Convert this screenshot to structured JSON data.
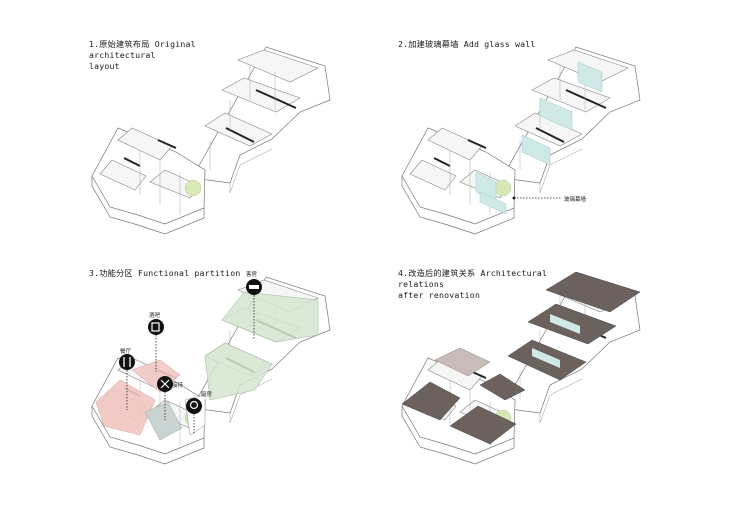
{
  "panels": [
    {
      "title": "1.原始建筑布局 Original architectural\nlayout"
    },
    {
      "title": "2.加建玻璃幕墙 Add glass wall"
    },
    {
      "title": "3.功能分区 Functional partition"
    },
    {
      "title": "4.改造后的建筑关系 Architectural relations\nafter renovation"
    }
  ],
  "annotations": {
    "glass_wall": "玻璃幕墙",
    "guest_room": "客房",
    "bar": "酒吧",
    "restaurant": "餐厅",
    "reception": "接待",
    "kitchen": "厨房"
  },
  "colors": {
    "wall": "#ffffff",
    "line": "#6e6e6e",
    "glass": "#cfe9e6",
    "guest_zone": "#d4e6cf",
    "restaurant_zone": "#f2c6c1",
    "bar_zone": "#f1c8c3",
    "reception_zone": "#c9d3d1",
    "roof": "#6b625e",
    "tree": "#d7e8b6"
  },
  "icons": [
    "bed-icon",
    "cup-icon",
    "fork-knife-icon",
    "reception-icon",
    "chef-icon"
  ]
}
